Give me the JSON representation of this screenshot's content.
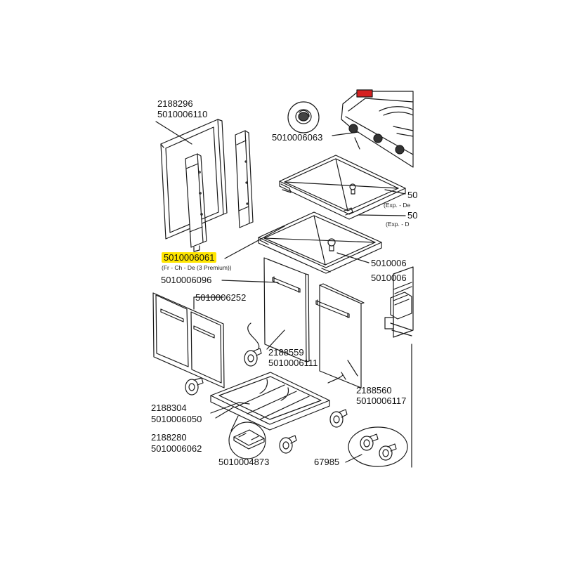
{
  "labels": {
    "frame_panel": [
      "2188296",
      "5010006110"
    ],
    "burner_knob": "5010006063",
    "tray_top_right": "50",
    "tray_top_right_note": "(Exp. - De",
    "tray_mid_right": "50",
    "tray_mid_right_note": "(Exp. - D",
    "highlighted_part": "5010006061",
    "highlighted_note": "(Fr - Ch - De (3 Premium))",
    "drip_tray_ref": "5010006",
    "bracket_ref": "5010006",
    "door_handle": "5010006096",
    "side_door_set": "5010006252",
    "left_door": [
      "2188559",
      "5010006111"
    ],
    "right_door": [
      "2188560",
      "5010006117"
    ],
    "base_frame": [
      "2188304",
      "5010006050"
    ],
    "base_bar": [
      "2188280",
      "5010006062"
    ],
    "caster_bracket": "5010004873",
    "caster_pair": "67985"
  },
  "colors": {
    "line": "#1a1a1a",
    "highlight": "#ffe600",
    "accent_red": "#d62020"
  }
}
